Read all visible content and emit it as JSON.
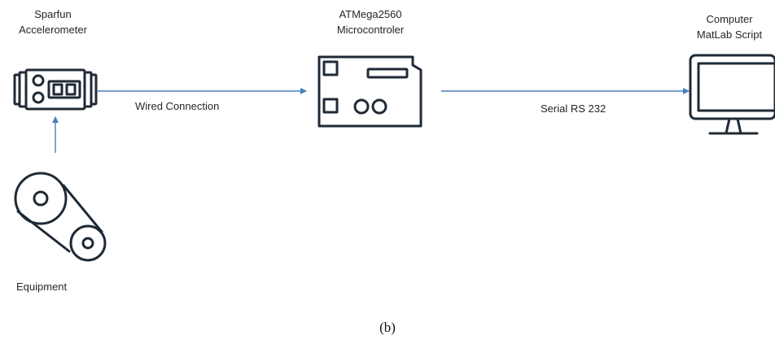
{
  "nodes": {
    "accelerometer": {
      "line1": "Sparfun",
      "line2": "Accelerometer"
    },
    "microcontroller": {
      "line1": "ATMega2560",
      "line2": "Microcontroler"
    },
    "computer": {
      "line1": "Computer",
      "line2": "MatLab Script"
    },
    "equipment": {
      "label": "Equipment"
    }
  },
  "connections": {
    "wired": "Wired Connection",
    "serial": "Serial RS 232"
  },
  "caption": "(b)",
  "colors": {
    "arrow": "#4a7ebb",
    "icon": "#1f2a36"
  }
}
